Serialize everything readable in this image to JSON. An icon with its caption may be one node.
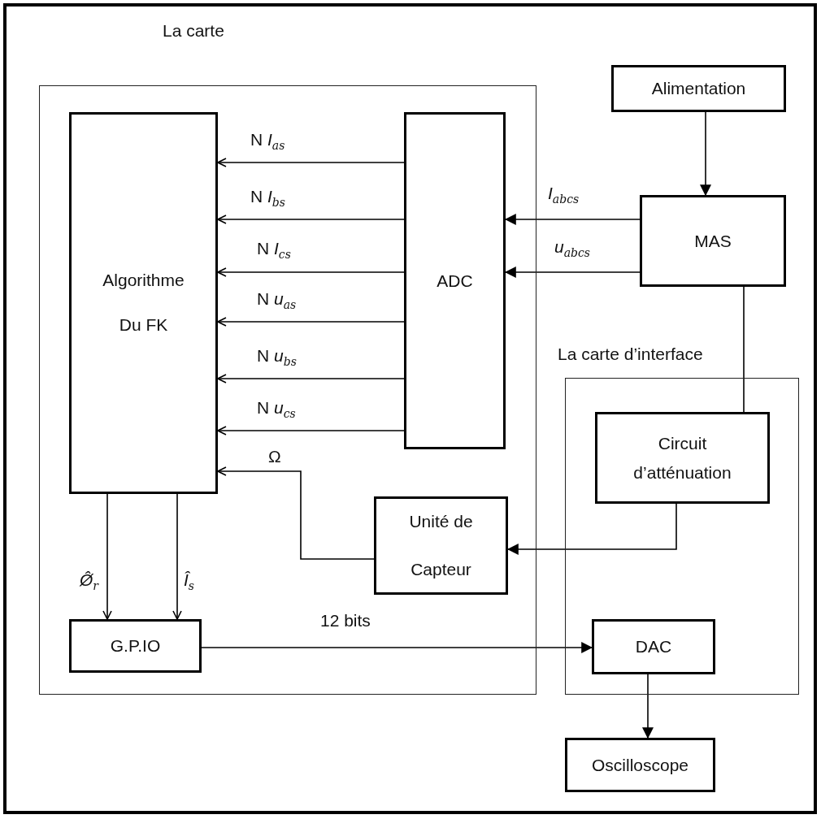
{
  "diagram": {
    "nodes": [
      {
        "text": [
          "La carte"
        ]
      },
      {
        "text": [
          "Algorithme Du FK"
        ],
        "in": 0
      },
      {
        "text": [
          "ADC"
        ],
        "in": 0
      },
      {
        "text": [
          "Unité de Capteur"
        ],
        "in": 0
      },
      {
        "text": [
          "G.P.IO"
        ],
        "in": 0
      },
      {
        "text": [
          "Alimentation"
        ]
      },
      {
        "text": [
          "MAS"
        ]
      },
      {
        "text": [
          "La carte d’interface"
        ]
      },
      {
        "text": [
          "Circuit d’atténuation"
        ],
        "in": 7
      },
      {
        "text": [
          "DAC"
        ],
        "in": 7
      },
      {
        "text": [
          "Oscilloscope"
        ]
      }
    ],
    "edges": [
      {
        "from": 5,
        "to": 6,
        "arrow": "to"
      },
      {
        "from": 6,
        "to": 2,
        "arrow": "to",
        "label": "*I*$_{abcs}$"
      },
      {
        "from": 6,
        "to": 2,
        "arrow": "to",
        "label": "*u*$_{abcs}$"
      },
      {
        "from": 2,
        "to": 1,
        "arrow": "to",
        "label": "N *I*$_{as}$"
      },
      {
        "from": 2,
        "to": 1,
        "arrow": "to",
        "label": "N *I*$_{bs}$"
      },
      {
        "from": 2,
        "to": 1,
        "arrow": "to",
        "label": "N *I*$_{cs}$"
      },
      {
        "from": 2,
        "to": 1,
        "arrow": "to",
        "label": "N *u*$_{as}$"
      },
      {
        "from": 2,
        "to": 1,
        "arrow": "to",
        "label": "N *u*$_{bs}$"
      },
      {
        "from": 2,
        "to": 1,
        "arrow": "to",
        "label": "N *u*$_{cs}$"
      },
      {
        "from": 6,
        "to": 8,
        "arrow": "none"
      },
      {
        "from": 8,
        "to": 3,
        "arrow": "to"
      },
      {
        "from": 3,
        "to": 1,
        "arrow": "to",
        "label": "Ω"
      },
      {
        "from": 1,
        "to": 4,
        "arrow": "to",
        "label": "*Ø̂*$_{r}$"
      },
      {
        "from": 1,
        "to": 4,
        "arrow": "to",
        "label": "*Î*$_{s}$"
      },
      {
        "from": 4,
        "to": 9,
        "arrow": "to",
        "label": "12 bits"
      },
      {
        "from": 9,
        "to": 10,
        "arrow": "to"
      }
    ]
  }
}
